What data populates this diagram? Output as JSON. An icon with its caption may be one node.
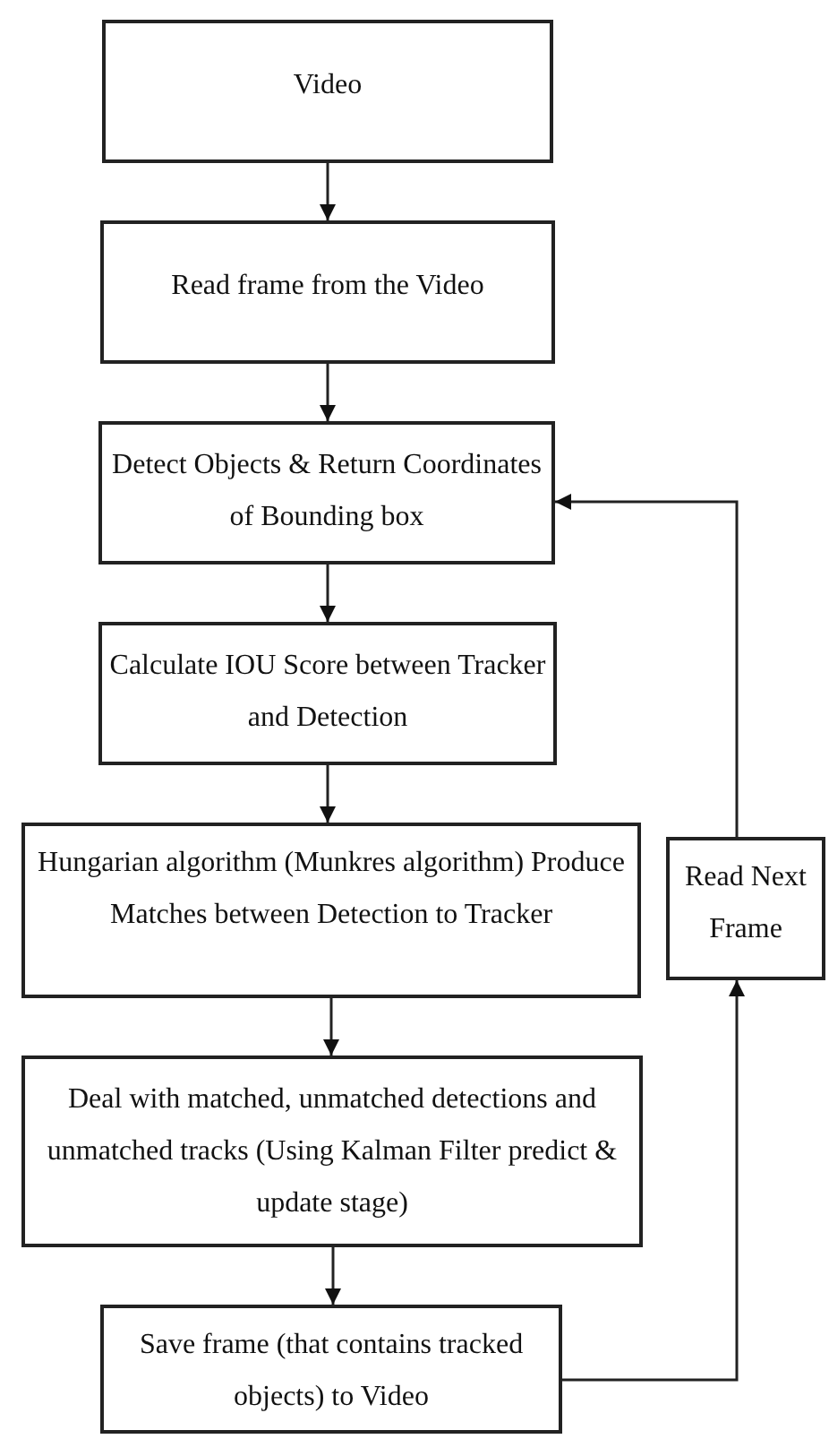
{
  "diagram": {
    "nodes": [
      {
        "text": [
          "Video"
        ]
      },
      {
        "text": [
          "Read frame from the Video"
        ]
      },
      {
        "text": [
          "Detect Objects & Return Coordinates of Bounding box"
        ]
      },
      {
        "text": [
          "Calculate IOU Score between Tracker and Detection"
        ]
      },
      {
        "text": [
          "Hungarian algorithm (Munkres algorithm) Produce Matches between Detection to Tracker"
        ]
      },
      {
        "text": [
          "Deal with matched, unmatched detections and unmatched tracks (Using Kalman Filter predict & update stage)"
        ]
      },
      {
        "text": [
          "Save frame (that contains tracked objects) to Video"
        ]
      },
      {
        "text": [
          "Read Next Frame"
        ]
      }
    ],
    "edges": [
      {
        "from": 0,
        "to": 1,
        "arrow": "to"
      },
      {
        "from": 1,
        "to": 2,
        "arrow": "to"
      },
      {
        "from": 2,
        "to": 3,
        "arrow": "to"
      },
      {
        "from": 3,
        "to": 4,
        "arrow": "to"
      },
      {
        "from": 4,
        "to": 5,
        "arrow": "to"
      },
      {
        "from": 5,
        "to": 6,
        "arrow": "to"
      },
      {
        "from": 6,
        "to": 7,
        "arrow": "to"
      },
      {
        "from": 7,
        "to": 2,
        "arrow": "to"
      }
    ]
  }
}
